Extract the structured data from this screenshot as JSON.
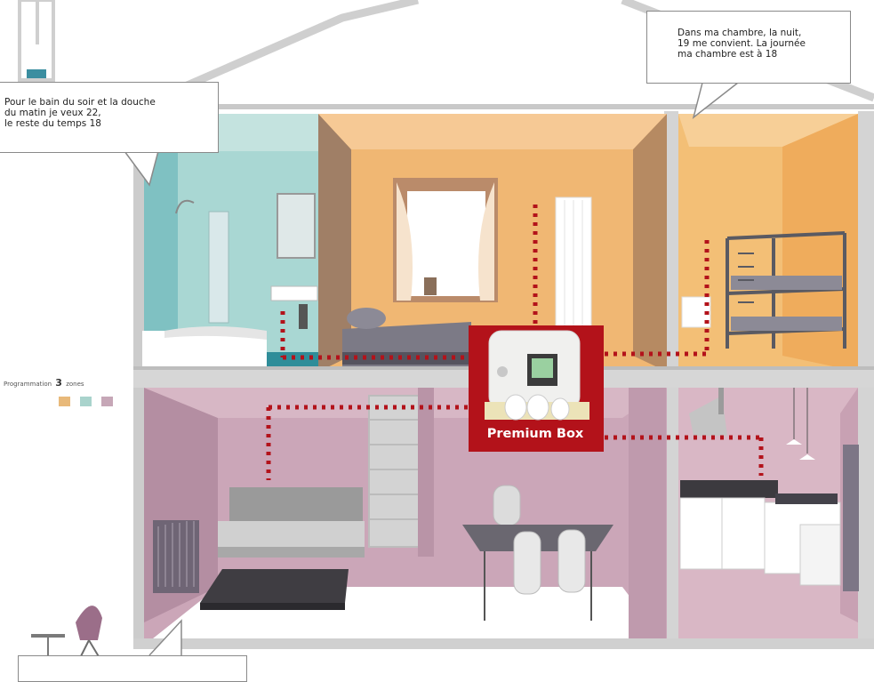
{
  "bubbles": {
    "bathroom": {
      "lines": [
        "Pour le bain du soir et la douche",
        "du matin je veux 22,",
        "le reste du temps 18"
      ]
    },
    "bedroom": {
      "lines": [
        "Dans ma chambre, la nuit,",
        "19 me convient. La journée",
        "ma chambre est à 18"
      ]
    }
  },
  "legend": {
    "prefix": "Programmation",
    "number": "3",
    "suffix": "zones",
    "swatches": [
      "#e8b97a",
      "#a9d3cc",
      "#c6a7b7"
    ]
  },
  "device": {
    "label": "Premium Box"
  },
  "colors": {
    "accent_red": "#b3121a",
    "orange_wall": "#efb46e",
    "teal_wall": "#a9d7d3",
    "mauve_wall": "#c9a6b8"
  }
}
